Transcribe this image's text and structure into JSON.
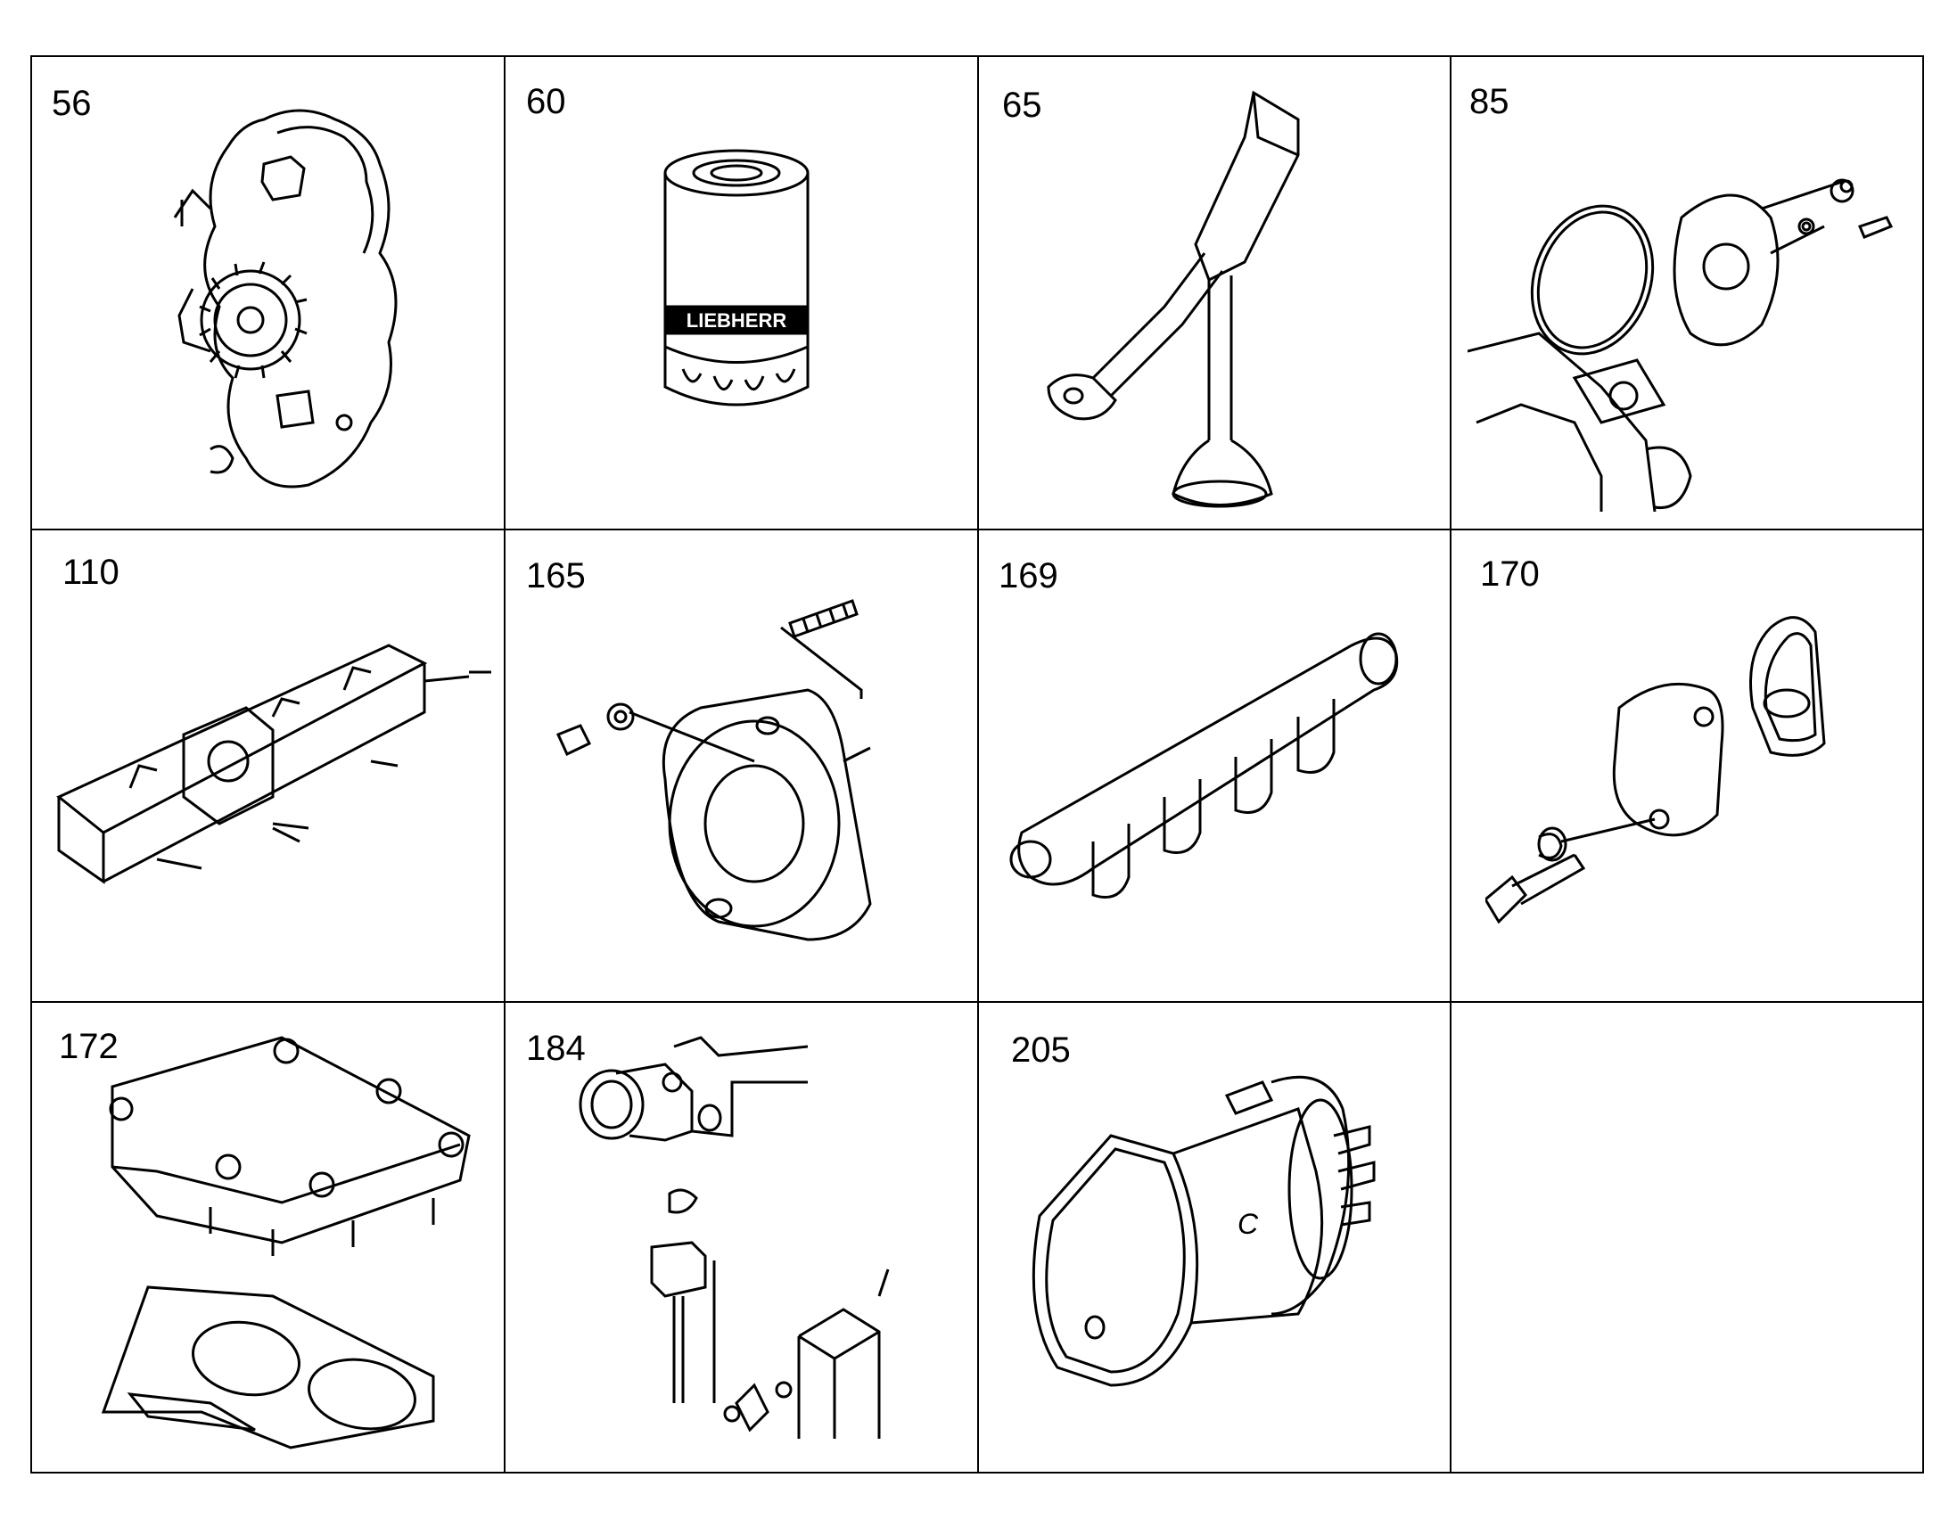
{
  "parts": [
    {
      "number": "56",
      "icon": "oil-pump-icon"
    },
    {
      "number": "60",
      "icon": "oil-filter-icon"
    },
    {
      "number": "65",
      "icon": "oil-suction-pipe-icon"
    },
    {
      "number": "85",
      "icon": "cover-plate-o-ring-icon"
    },
    {
      "number": "110",
      "icon": "intake-manifold-icon"
    },
    {
      "number": "165",
      "icon": "flange-cover-stud-icon"
    },
    {
      "number": "169",
      "icon": "exhaust-manifold-icon"
    },
    {
      "number": "170",
      "icon": "blanking-plate-gasket-icon"
    },
    {
      "number": "172",
      "icon": "cover-plate-gasket-icon"
    },
    {
      "number": "184",
      "icon": "coolant-connector-icon"
    },
    {
      "number": "205",
      "icon": "starter-motor-icon"
    }
  ],
  "filter_brand": "LIEBHERR",
  "starter_label": "C",
  "colors": {
    "line": "#000000",
    "background": "#ffffff"
  }
}
